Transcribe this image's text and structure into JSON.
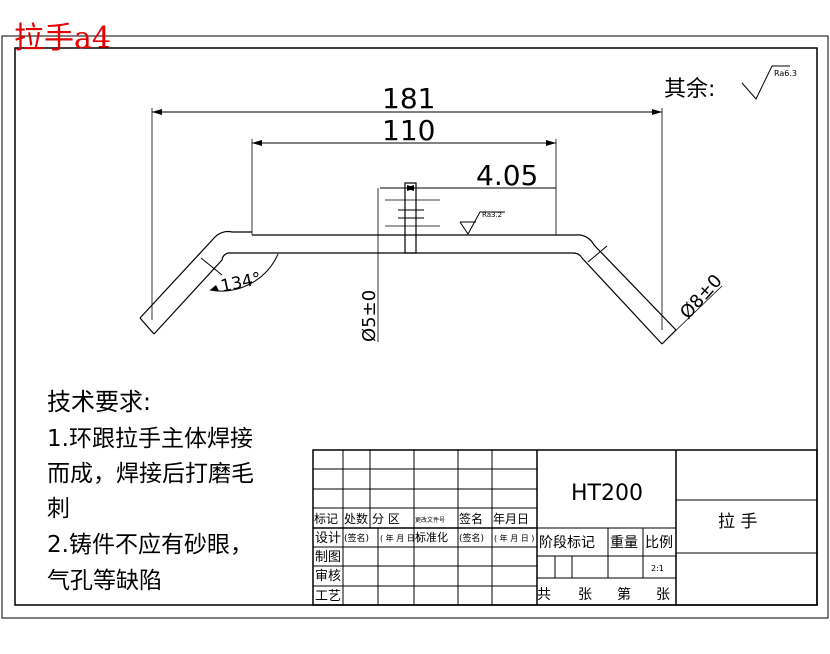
{
  "sheet_label": "拉手a4",
  "roughness": {
    "general_prefix": "其余:",
    "general_value": "Ra6.3",
    "surface_value": "Ra3.2"
  },
  "dimensions": {
    "overall_length": "181",
    "straight_length": "110",
    "offset": "4.05",
    "angle": "134°",
    "diameter_small": "Ø5±0",
    "diameter_rod": "Ø8±0"
  },
  "tech_requirements": {
    "title": "技术要求:",
    "lines": [
      "1.环跟拉手主体焊接",
      "而成，焊接后打磨毛",
      "刺",
      "2.铸件不应有砂眼，",
      "气孔等缺陷"
    ]
  },
  "title_block": {
    "material": "HT200",
    "part_name": "拉  手",
    "scale": "2:1",
    "headers": {
      "mark": "标记",
      "count": "处数",
      "zone": "分  区",
      "change_doc": "更改文件号",
      "signature": "签名",
      "date": "年月日"
    },
    "rows": {
      "design": "设计",
      "design_sign": "(签名)",
      "design_date": "( 年 月 日 )",
      "standard": "标准化",
      "standard_sign": "(签名)",
      "standard_date": "( 年 月 日 )",
      "drawing": "制图",
      "review": "审核",
      "process": "工艺"
    },
    "stage_mark": "阶段标记",
    "weight": "重量",
    "scale_label": "比例",
    "sheets": [
      "共",
      "张",
      "第",
      "张"
    ]
  }
}
